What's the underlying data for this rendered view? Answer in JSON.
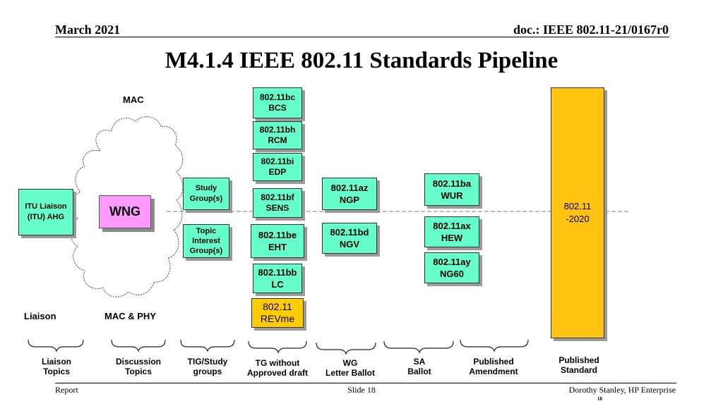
{
  "header": {
    "date": "March 2021",
    "doc": "doc.: IEEE 802.11-21/0167r0"
  },
  "title": "M4.1.4 IEEE 802.11 Standards Pipeline",
  "labels": {
    "mac": "MAC",
    "liaison": "Liaison",
    "mac_phy": "MAC & PHY",
    "wng": "WNG"
  },
  "itu": {
    "line1": "ITU Liaison",
    "line2": "(ITU) AHG"
  },
  "groups": {
    "study": {
      "line1": "Study",
      "line2": "Group(s)"
    },
    "topic": {
      "line1": "Topic",
      "line2": "Interest",
      "line3": "Group(s)"
    }
  },
  "tg_boxes": {
    "bc": {
      "line1": "802.11bc",
      "line2": "BCS"
    },
    "bh": {
      "line1": "802.11bh",
      "line2": "RCM"
    },
    "bi": {
      "line1": "802.11bi",
      "line2": "EDP"
    },
    "bf": {
      "line1": "802.11bf",
      "line2": "SENS"
    },
    "be": {
      "line1": "802.11be",
      "line2": "EHT"
    },
    "bb": {
      "line1": "802.11bb",
      "line2": "LC"
    },
    "revme": {
      "line1": "802.11",
      "line2": "REVme"
    }
  },
  "wg_boxes": {
    "az": {
      "line1": "802.11az",
      "line2": "NGP"
    },
    "bd": {
      "line1": "802.11bd",
      "line2": "NGV"
    }
  },
  "sa_boxes": {
    "ba": {
      "line1": "802.11ba",
      "line2": "WUR"
    },
    "ax": {
      "line1": "802.11ax",
      "line2": "HEW"
    },
    "ay": {
      "line1": "802.11ay",
      "line2": "NG60"
    }
  },
  "published": {
    "line1": "802.11",
    "line2": "-2020"
  },
  "stages": {
    "liaison": {
      "line1": "Liaison",
      "line2": "Topics"
    },
    "discussion": {
      "line1": "Discussion",
      "line2": "Topics"
    },
    "tig": {
      "line1": "TIG/Study",
      "line2": "groups"
    },
    "tg": {
      "line1": "TG without",
      "line2": "Approved draft"
    },
    "wg": {
      "line1": "WG",
      "line2": "Letter Ballot"
    },
    "sa": {
      "line1": "SA",
      "line2": "Ballot"
    },
    "amend": {
      "line1": "Published",
      "line2": "Amendment"
    },
    "std": {
      "line1": "Published",
      "line2": "Standard"
    }
  },
  "footer": {
    "left": "Report",
    "center": "Slide 18",
    "right": "Dorothy Stanley, HP Enterprise",
    "page": "18"
  },
  "colors": {
    "box": "#66ffcc",
    "wng": "#ff99ff",
    "revme": "#ffcc00",
    "published": "#ffc20e"
  }
}
